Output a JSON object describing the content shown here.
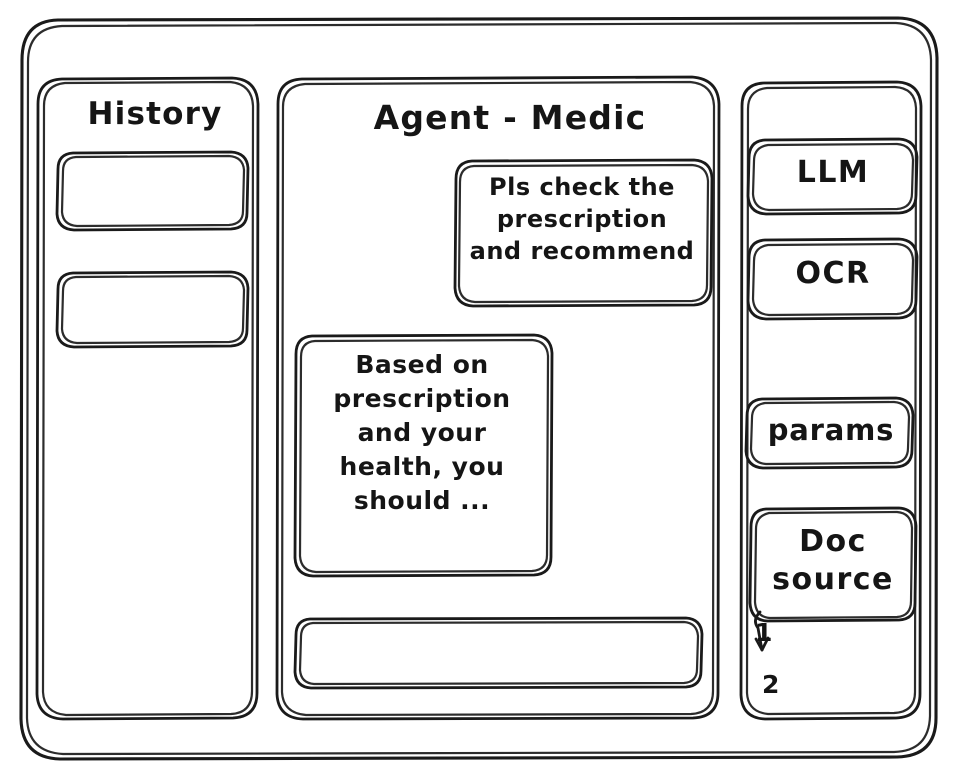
{
  "window": {
    "frame_name": "app-window-frame"
  },
  "sidebar": {
    "title": "History",
    "items": [
      {
        "label": "",
        "name": "history-item-1"
      },
      {
        "label": "",
        "name": "history-item-2"
      }
    ]
  },
  "main": {
    "title": "Agent - Medic",
    "messages": [
      {
        "role": "user",
        "text": "Pls check the\nprescription\nand recommend"
      },
      {
        "role": "assistant",
        "text": "Based on\nprescription\nand your\nhealth, you\nshould ..."
      }
    ],
    "composer": {
      "value": "",
      "placeholder": ""
    }
  },
  "tools_panel": {
    "buttons": [
      {
        "label": "LLM",
        "name": "tool-button-llm"
      },
      {
        "label": "OCR",
        "name": "tool-button-ocr"
      },
      {
        "label": "params",
        "name": "tool-button-params"
      }
    ],
    "doc_source": {
      "label": "Doc\nsource",
      "sources": [
        "1",
        "2"
      ]
    }
  },
  "colors": {
    "ink": "#1a1a1a",
    "background": "#ffffff"
  }
}
